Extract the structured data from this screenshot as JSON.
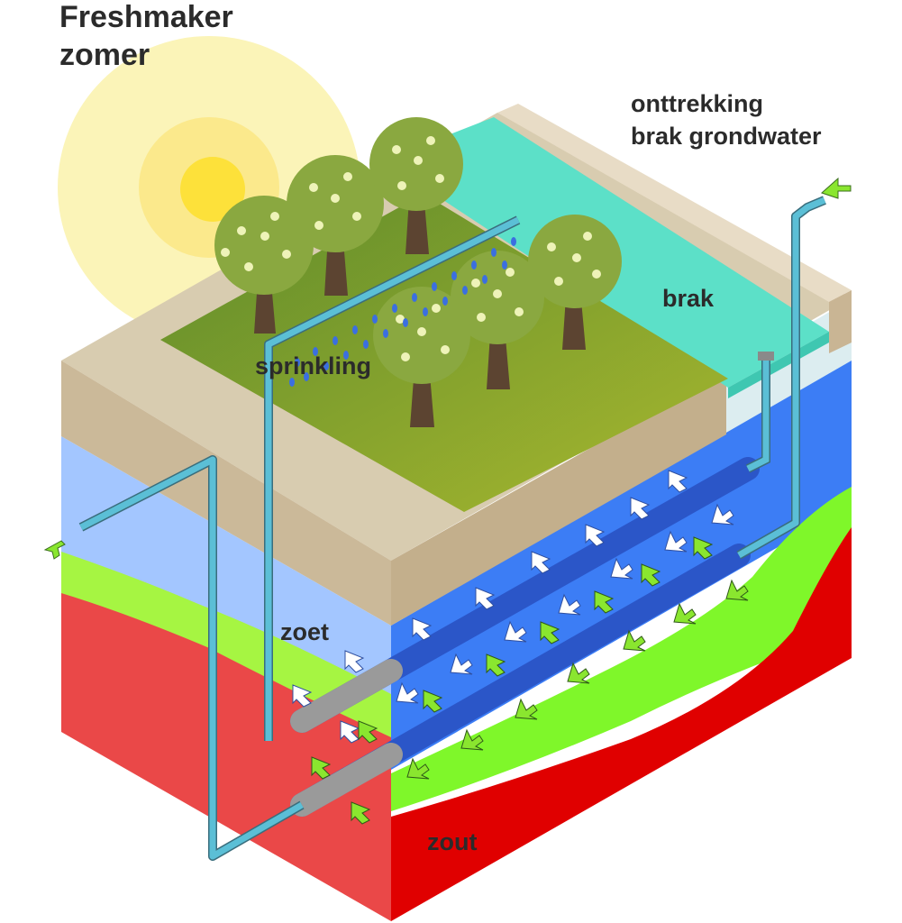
{
  "title": {
    "line1": "Freshmaker",
    "line2": "zomer"
  },
  "labels": {
    "extraction_line1": "onttrekking",
    "extraction_line2": "brak grondwater",
    "brackish": "brak",
    "sprinkling": "sprinkling",
    "fresh": "zoet",
    "salt": "zout"
  },
  "colors": {
    "sun_outer": "#fbf4b8",
    "sun_mid": "#fbe98c",
    "sun_core": "#fde13a",
    "embankment_top": "#d8ccb0",
    "embankment_front": "#cbb999",
    "field": "#6d9a2e",
    "brackish_water": "#5ce0c8",
    "fresh_water": "#a3c6ff",
    "fresh_water_drained": "#3c7df5",
    "fresh_brackish_interface": "#9cfc3c",
    "salt_water": "#ea4848",
    "salt_water_front": "#e00000",
    "pipe": "#5bbfd6",
    "arrow_green": "#8ae62f",
    "tree_foliage": "#8aa840",
    "tree_trunk": "#5c4431"
  }
}
